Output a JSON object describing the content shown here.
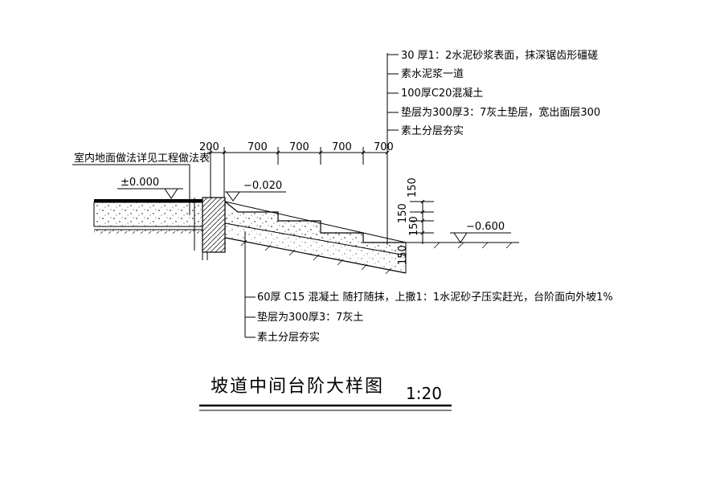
{
  "title": "坡道中间台阶大样图",
  "scale": "1:20",
  "upper_notes": [
    "30 厚1：2水泥砂浆表面，抹深锯齿形礓磋",
    "素水泥浆一道",
    "100厚C20混凝土",
    "垫层为300厚3：7灰土垫层，宽出面层300",
    "素土分层夯实"
  ],
  "lower_notes": [
    "60厚 C15 混凝土 随打随抹，上撒1：1水泥砂子压实赶光，台阶面向外坡1%",
    "垫层为300厚3：7灰土",
    "素土分层夯实"
  ],
  "left_note": "室内地面做法详见工程做法表",
  "elevations": {
    "floor": "±0.000",
    "ramp_top": "−0.020",
    "ground": "−0.600"
  },
  "dims_top": [
    "200",
    "700",
    "700",
    "700",
    "700"
  ],
  "dims_vertical": [
    "150",
    "150",
    "150",
    "150"
  ]
}
